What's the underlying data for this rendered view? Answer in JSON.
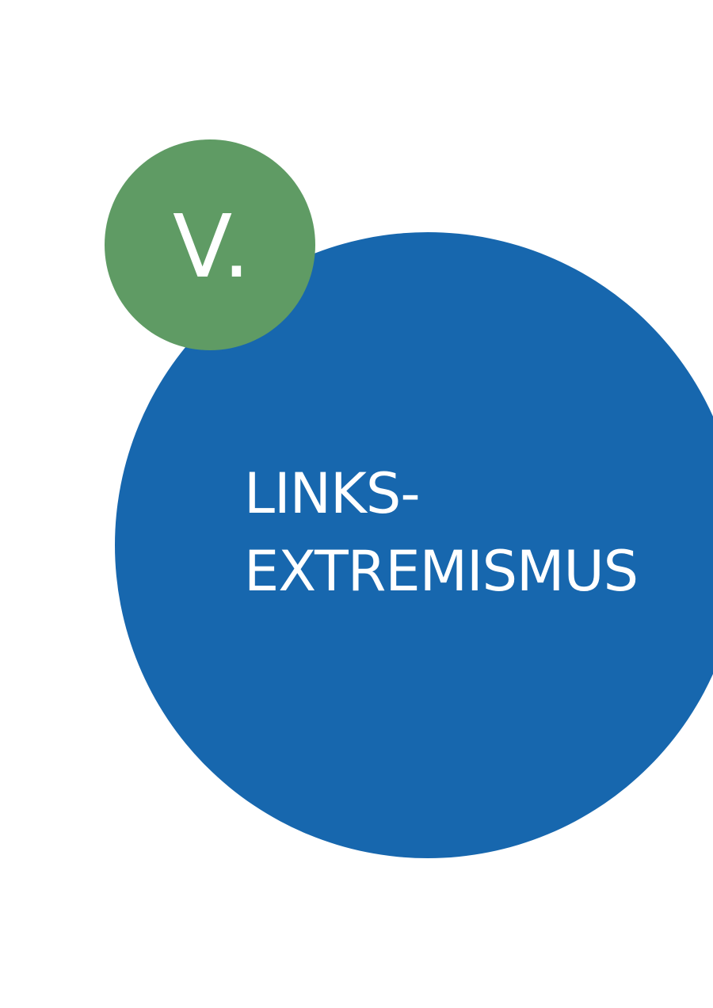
{
  "colors": {
    "blue": "#1767ae",
    "green": "#5f9b64",
    "text": "#ffffff"
  },
  "chapter": {
    "number": "V.",
    "title_line1": "LINKS-",
    "title_line2": "EXTREMISMUS"
  }
}
